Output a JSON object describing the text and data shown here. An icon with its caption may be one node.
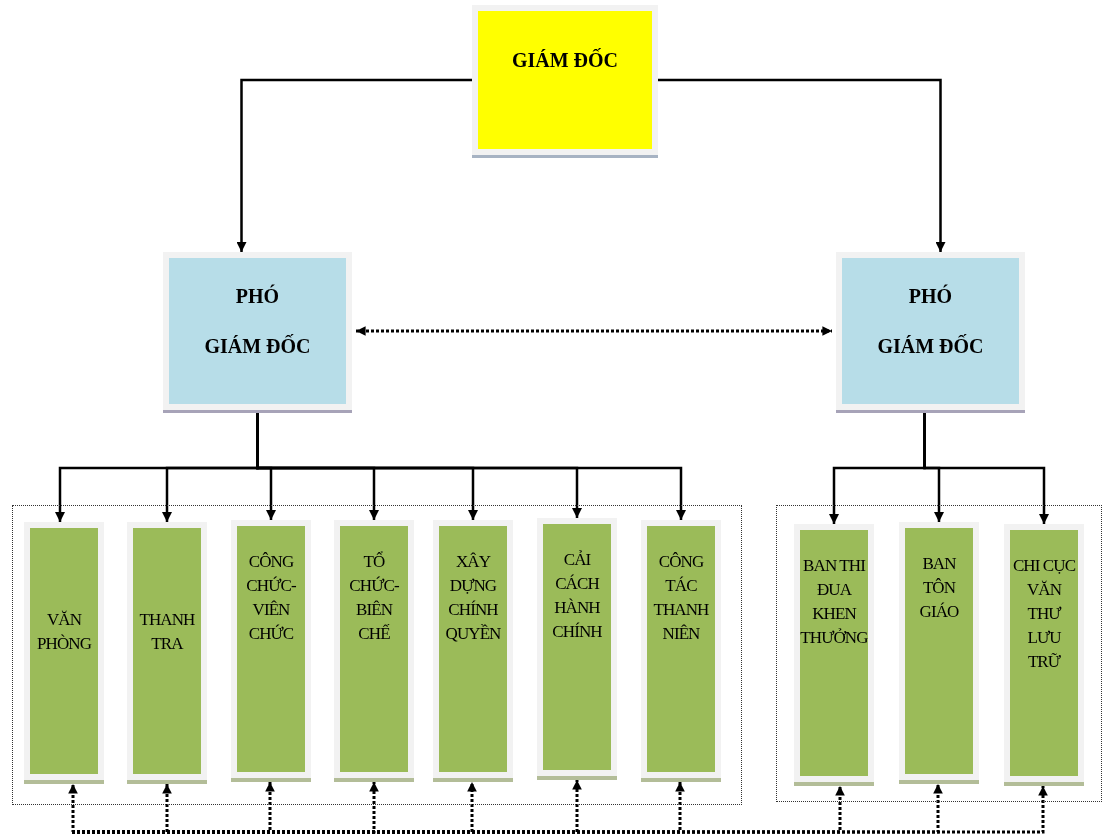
{
  "diagram": {
    "nodes": [
      {
        "text": [
          "GIÁM ĐỐC"
        ]
      },
      {
        "text": [
          "PHÓ",
          "GIÁM ĐỐC"
        ]
      },
      {
        "text": [
          "PHÓ",
          "GIÁM ĐỐC"
        ]
      },
      {
        "text": [],
        "shape": "box"
      },
      {
        "text": [
          "VĂN PHÒNG"
        ],
        "in": 3
      },
      {
        "text": [
          "THANH TRA"
        ],
        "in": 3
      },
      {
        "text": [
          "CÔNG CHỨC-VIÊN CHỨC"
        ],
        "in": 3
      },
      {
        "text": [
          "TỔ CHỨC-BIÊN CHẾ"
        ],
        "in": 3
      },
      {
        "text": [
          "XÂY DỰNG CHÍNH QUYỀN"
        ],
        "in": 3
      },
      {
        "text": [
          "CẢI CÁCH HÀNH CHÍNH"
        ],
        "in": 3
      },
      {
        "text": [
          "CÔNG TÁC THANH NIÊN"
        ],
        "in": 3
      },
      {
        "text": [],
        "shape": "box"
      },
      {
        "text": [
          "BAN THI ĐUA KHEN THƯỞNG"
        ],
        "in": 11
      },
      {
        "text": [
          "BAN TÔN GIÁO"
        ],
        "in": 11
      },
      {
        "text": [
          "CHI CỤC VĂN THƯ LƯU TRỮ"
        ],
        "in": 11
      }
    ],
    "edges": [
      {
        "from": 0,
        "to": 1,
        "arrow": "to"
      },
      {
        "from": 0,
        "to": 2,
        "arrow": "to"
      },
      {
        "from": 1,
        "to": 2,
        "arrow": "both",
        "style": "dashed"
      },
      {
        "from": 1,
        "to": 4,
        "arrow": "to"
      },
      {
        "from": 1,
        "to": 5,
        "arrow": "to"
      },
      {
        "from": 1,
        "to": 6,
        "arrow": "to"
      },
      {
        "from": 1,
        "to": 7,
        "arrow": "to"
      },
      {
        "from": 1,
        "to": 8,
        "arrow": "to"
      },
      {
        "from": 1,
        "to": 9,
        "arrow": "to"
      },
      {
        "from": 1,
        "to": 10,
        "arrow": "to"
      },
      {
        "from": 2,
        "to": 12,
        "arrow": "to"
      },
      {
        "from": 2,
        "to": 13,
        "arrow": "to"
      },
      {
        "from": 2,
        "to": 14,
        "arrow": "to"
      },
      {
        "from": null,
        "to": 4,
        "arrow": "to",
        "style": "dashed"
      },
      {
        "from": null,
        "to": 5,
        "arrow": "to",
        "style": "dashed"
      },
      {
        "from": null,
        "to": 6,
        "arrow": "to",
        "style": "dashed"
      },
      {
        "from": null,
        "to": 7,
        "arrow": "to",
        "style": "dashed"
      },
      {
        "from": null,
        "to": 8,
        "arrow": "to",
        "style": "dashed"
      },
      {
        "from": null,
        "to": 9,
        "arrow": "to",
        "style": "dashed"
      },
      {
        "from": null,
        "to": 10,
        "arrow": "to",
        "style": "dashed"
      },
      {
        "from": null,
        "to": 12,
        "arrow": "to",
        "style": "dashed"
      },
      {
        "from": null,
        "to": 13,
        "arrow": "to",
        "style": "dashed"
      },
      {
        "from": null,
        "to": 14,
        "arrow": "to",
        "style": "dashed"
      }
    ]
  }
}
